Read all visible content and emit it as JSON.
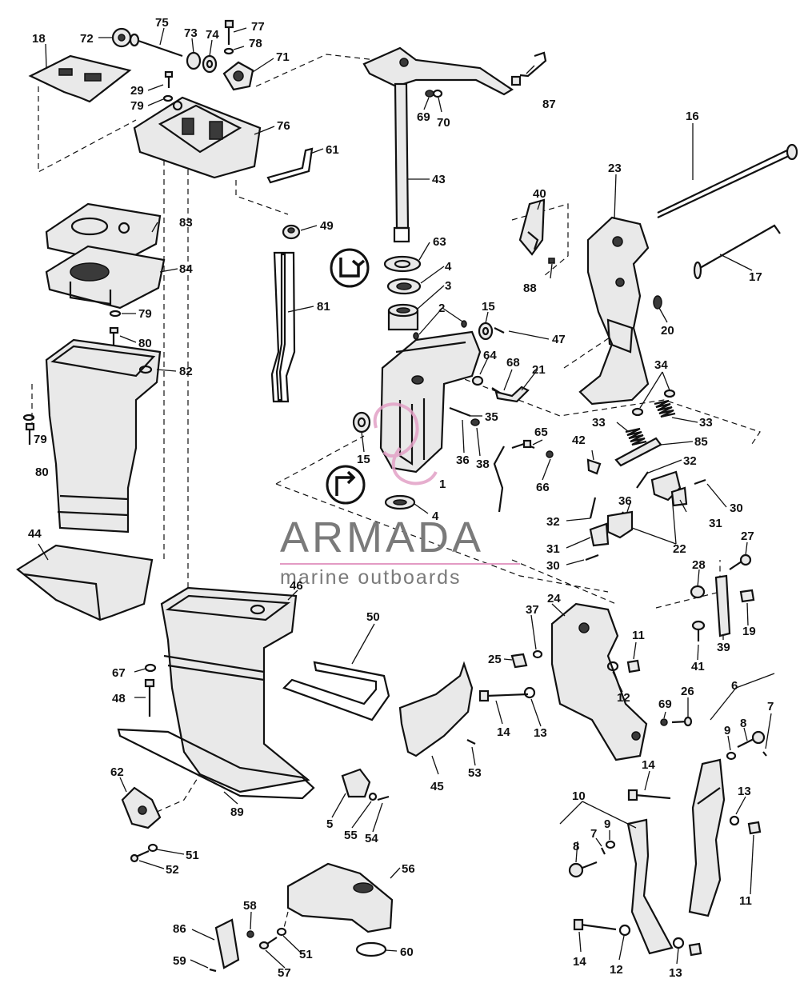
{
  "watermark": {
    "brand": "ARMADA",
    "tagline": "marine outboards",
    "accent_color": "#e39bc4",
    "text_color": "#7a7a7a"
  },
  "symbols": {
    "upper_seal_symbol": "seal-direction-icon",
    "lower_seal_symbol": "seal-direction-icon"
  },
  "labels": {
    "p1": "1",
    "p2": "2",
    "p3": "3",
    "p4a": "4",
    "p4b": "4",
    "p5": "5",
    "p6": "6",
    "p7a": "7",
    "p7b": "7",
    "p8a": "8",
    "p8b": "8",
    "p9a": "9",
    "p9b": "9",
    "p10": "10",
    "p11a": "11",
    "p11b": "11",
    "p12a": "12",
    "p12b": "12",
    "p13a": "13",
    "p13b": "13",
    "p13c": "13",
    "p14a": "14",
    "p14b": "14",
    "p14c": "14",
    "p15a": "15",
    "p15b": "15",
    "p16": "16",
    "p17": "17",
    "p18": "18",
    "p19": "19",
    "p20": "20",
    "p21": "21",
    "p22": "22",
    "p23": "23",
    "p24": "24",
    "p25": "25",
    "p26": "26",
    "p27": "27",
    "p28": "28",
    "p29": "29",
    "p30a": "30",
    "p30b": "30",
    "p31a": "31",
    "p31b": "31",
    "p32a": "32",
    "p32b": "32",
    "p33a": "33",
    "p33b": "33",
    "p34": "34",
    "p35": "35",
    "p36a": "36",
    "p36b": "36",
    "p37": "37",
    "p38": "38",
    "p39": "39",
    "p40": "40",
    "p41": "41",
    "p42": "42",
    "p43": "43",
    "p44": "44",
    "p45": "45",
    "p46": "46",
    "p47": "47",
    "p48": "48",
    "p49": "49",
    "p50": "50",
    "p51a": "51",
    "p51b": "51",
    "p52": "52",
    "p53": "53",
    "p54": "54",
    "p55": "55",
    "p56": "56",
    "p57": "57",
    "p58": "58",
    "p59": "59",
    "p60": "60",
    "p61": "61",
    "p62": "62",
    "p63": "63",
    "p64": "64",
    "p65": "65",
    "p66": "66",
    "p67": "67",
    "p68": "68",
    "p69a": "69",
    "p69b": "69",
    "p70": "70",
    "p71": "71",
    "p72": "72",
    "p73": "73",
    "p74": "74",
    "p75": "75",
    "p76": "76",
    "p77": "77",
    "p78": "78",
    "p79a": "79",
    "p79b": "79",
    "p79c": "79",
    "p80a": "80",
    "p80b": "80",
    "p81": "81",
    "p82": "82",
    "p83": "83",
    "p84": "84",
    "p85": "85",
    "p86": "86",
    "p87": "87",
    "p88": "88",
    "p89": "89"
  }
}
